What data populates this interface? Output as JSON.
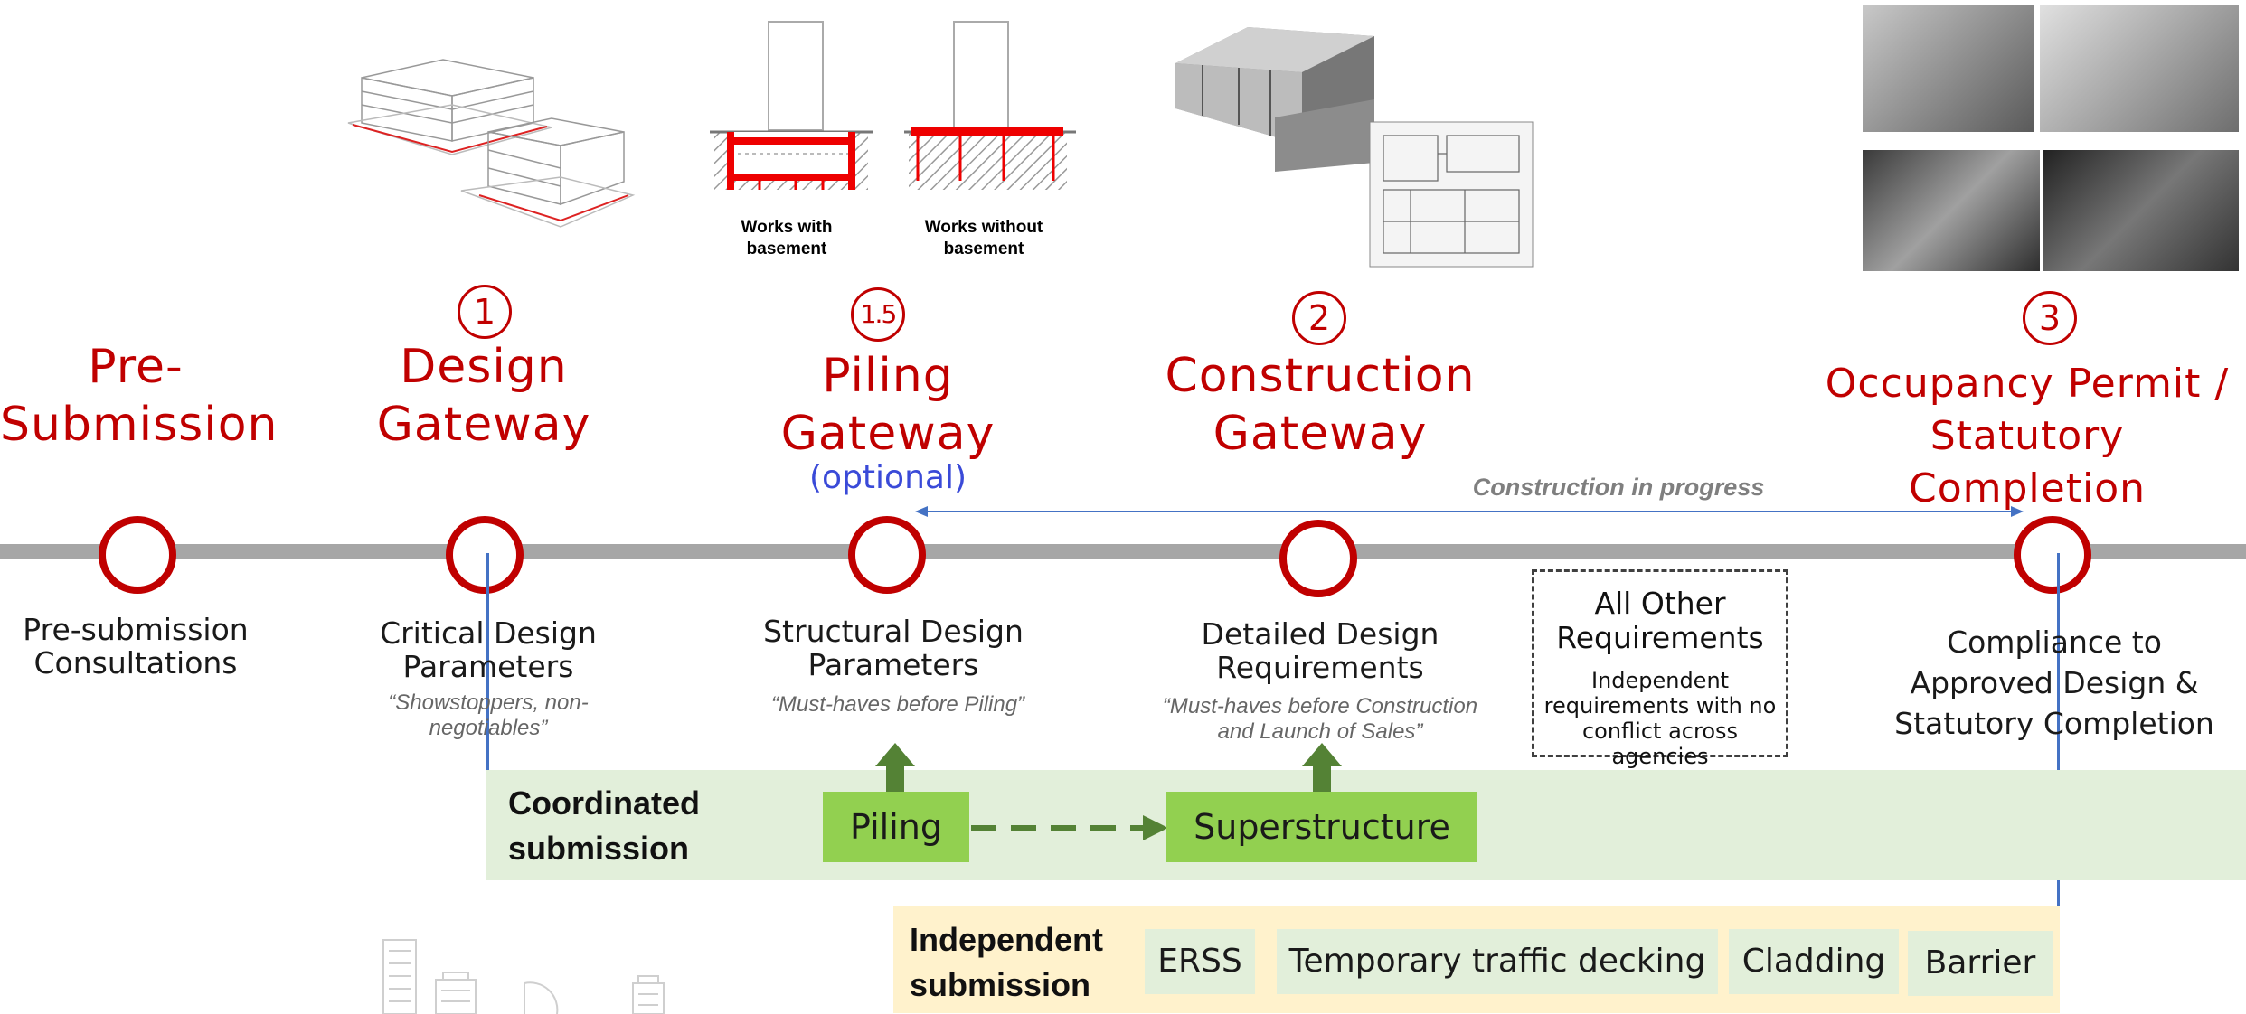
{
  "gateways": [
    {
      "id": "pre",
      "title_line1": "Pre-",
      "title_line2": "Submission",
      "number": "",
      "caption_line1": "Pre-submission",
      "caption_line2": "Consultations",
      "quote": ""
    },
    {
      "id": "design",
      "title_line1": "Design",
      "title_line2": "Gateway",
      "number": "1",
      "caption_line1": "Critical Design",
      "caption_line2": "Parameters",
      "quote_line1": "“Showstoppers, non-",
      "quote_line2": "negotiables”"
    },
    {
      "id": "piling",
      "title_line1": "Piling",
      "title_line2": "Gateway",
      "number": "1.5",
      "optional": "(optional)",
      "caption_line1": "Structural Design",
      "caption_line2": "Parameters",
      "quote_line1": "“Must-haves before Piling”"
    },
    {
      "id": "construction",
      "title_line1": "Construction",
      "title_line2": "Gateway",
      "number": "2",
      "caption_line1": "Detailed Design",
      "caption_line2": "Requirements",
      "quote_line1": "“Must-haves before Construction",
      "quote_line2": "and Launch of Sales”"
    },
    {
      "id": "occupancy",
      "title_line1": "Occupancy Permit /",
      "title_line2": "Statutory Completion",
      "number": "3",
      "caption_line1": "Compliance to",
      "caption_line2": "Approved Design &",
      "caption_line3": "Statutory Completion"
    }
  ],
  "construction_progress": "Construction in progress",
  "other_requirements": {
    "title_line1": "All Other",
    "title_line2": "Requirements",
    "desc_line1": "Independent",
    "desc_line2": "requirements with no",
    "desc_line3": "conflict across agencies"
  },
  "coordinated": {
    "label_line1": "Coordinated",
    "label_line2": "submission",
    "piling": "Piling",
    "superstructure": "Superstructure"
  },
  "independent": {
    "label_line1": "Independent",
    "label_line2": "submission",
    "items": [
      "ERSS",
      "Temporary traffic decking",
      "Cladding",
      "Barrier"
    ]
  },
  "image_labels": {
    "with_basement_line1": "Works with",
    "with_basement_line2": "basement",
    "without_basement_line1": "Works without",
    "without_basement_line2": "basement"
  },
  "colors": {
    "gateway_red": "#c00000",
    "optional_blue": "#3a4ad8",
    "track_gray": "#a6a6a6",
    "coordinated_band": "#e2efda",
    "green_box": "#92d050",
    "independent_band": "#fff2cc",
    "arrow_green": "#548235",
    "line_blue": "#4472c4"
  }
}
